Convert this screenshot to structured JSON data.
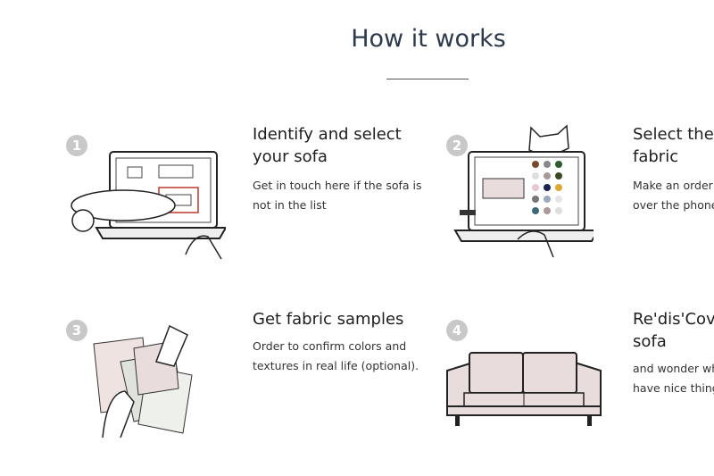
{
  "header": {
    "title": "How it works"
  },
  "steps": [
    {
      "number": "1",
      "title_lines": [
        "Identify and select",
        "your sofa"
      ],
      "desc_lines": [
        "Get in touch here if the sofa is",
        "not in the list"
      ]
    },
    {
      "number": "2",
      "title_lines": [
        "Select the",
        "fabric"
      ],
      "desc_lines": [
        "Make an order o",
        "over the phone"
      ]
    },
    {
      "number": "3",
      "title_lines": [
        "Get fabric samples"
      ],
      "desc_lines": [
        "Order to confirm colors and",
        "textures in real life (optional)."
      ]
    },
    {
      "number": "4",
      "title_lines": [
        "Re'dis'Cove",
        "sofa"
      ],
      "desc_lines": [
        "and wonder why",
        "have nice things"
      ]
    }
  ],
  "colors": {
    "title": "#2c3a4c",
    "badge": "#c8c8c8",
    "sofa_fill": "#e8dcdc",
    "accent_red": "#c0392b"
  }
}
